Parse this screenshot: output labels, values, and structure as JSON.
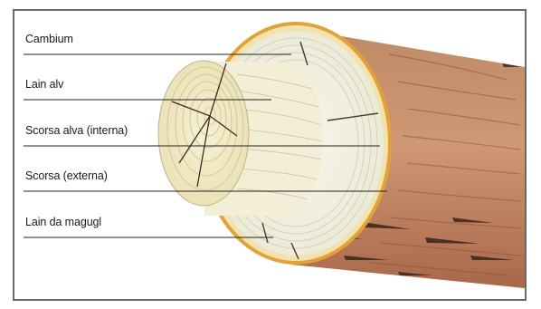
{
  "labels": [
    {
      "id": "cambium",
      "text": "Cambium"
    },
    {
      "id": "lain-alv",
      "text": "Lain alv"
    },
    {
      "id": "scorsa-alva",
      "text": "Scorsa alva (interna)"
    },
    {
      "id": "scorsa-externa",
      "text": "Scorsa (externa)"
    },
    {
      "id": "lain-da-magugl",
      "text": "Lain da magugl"
    }
  ],
  "colors": {
    "bark_dark": "#9a5a3a",
    "bark_light": "#c99270",
    "bark_ring": "#e0a030",
    "sapwood": "#f4f3e4",
    "heartwood": "#f1ecc8",
    "leader_line": "#222222"
  }
}
